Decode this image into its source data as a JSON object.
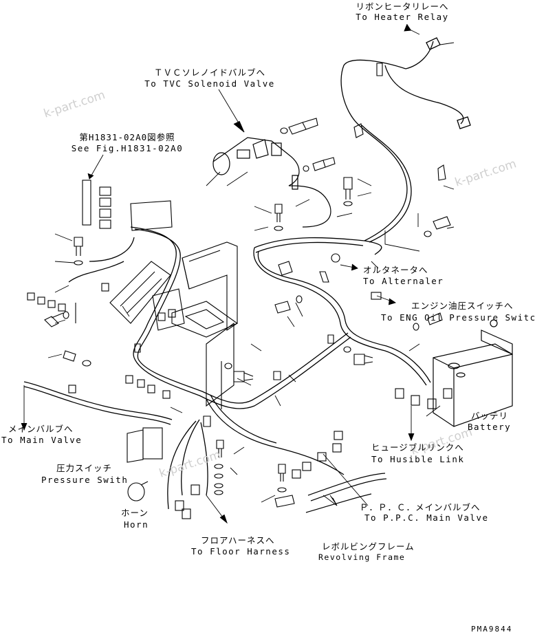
{
  "labels": {
    "heater_relay": {
      "jp": "リボンヒータリレーへ",
      "en": "To Heater Relay"
    },
    "tvc": {
      "jp": "ＴＶＣソレノイドバルブへ",
      "en": "To TVC Solenoid Valve"
    },
    "see_fig": {
      "jp": "第H1831-02A0図参照",
      "en": "See Fig.H1831-02A0"
    },
    "alternator": {
      "jp": "オルタネータへ",
      "en": "To Alternaler"
    },
    "eng_oil": {
      "jp": "エンジン油圧スイッチへ",
      "en": "To ENG Oil Pressure Switch"
    },
    "main_valve": {
      "jp": "メインバルブへ",
      "en": "To Main Valve"
    },
    "battery": {
      "jp": "バッテリ",
      "en": "Battery"
    },
    "fusible": {
      "jp": "ヒュージブルリンクへ",
      "en": "To Husible Link"
    },
    "pressure": {
      "jp": "圧力スイッチ",
      "en": "Pressure Swith"
    },
    "ppc": {
      "jp": "Ｐ．Ｐ．Ｃ．メインバルブへ",
      "en": "To P.P.C. Main Valve"
    },
    "horn": {
      "jp": "ホーン",
      "en": "Horn"
    },
    "floor": {
      "jp": "フロアハーネスへ",
      "en": "To Floor Harness"
    },
    "frame": {
      "jp": "レボルビングフレーム",
      "en": "Revolving Frame"
    }
  },
  "watermark": "k-part.com",
  "drawing_code": "PMA9844"
}
